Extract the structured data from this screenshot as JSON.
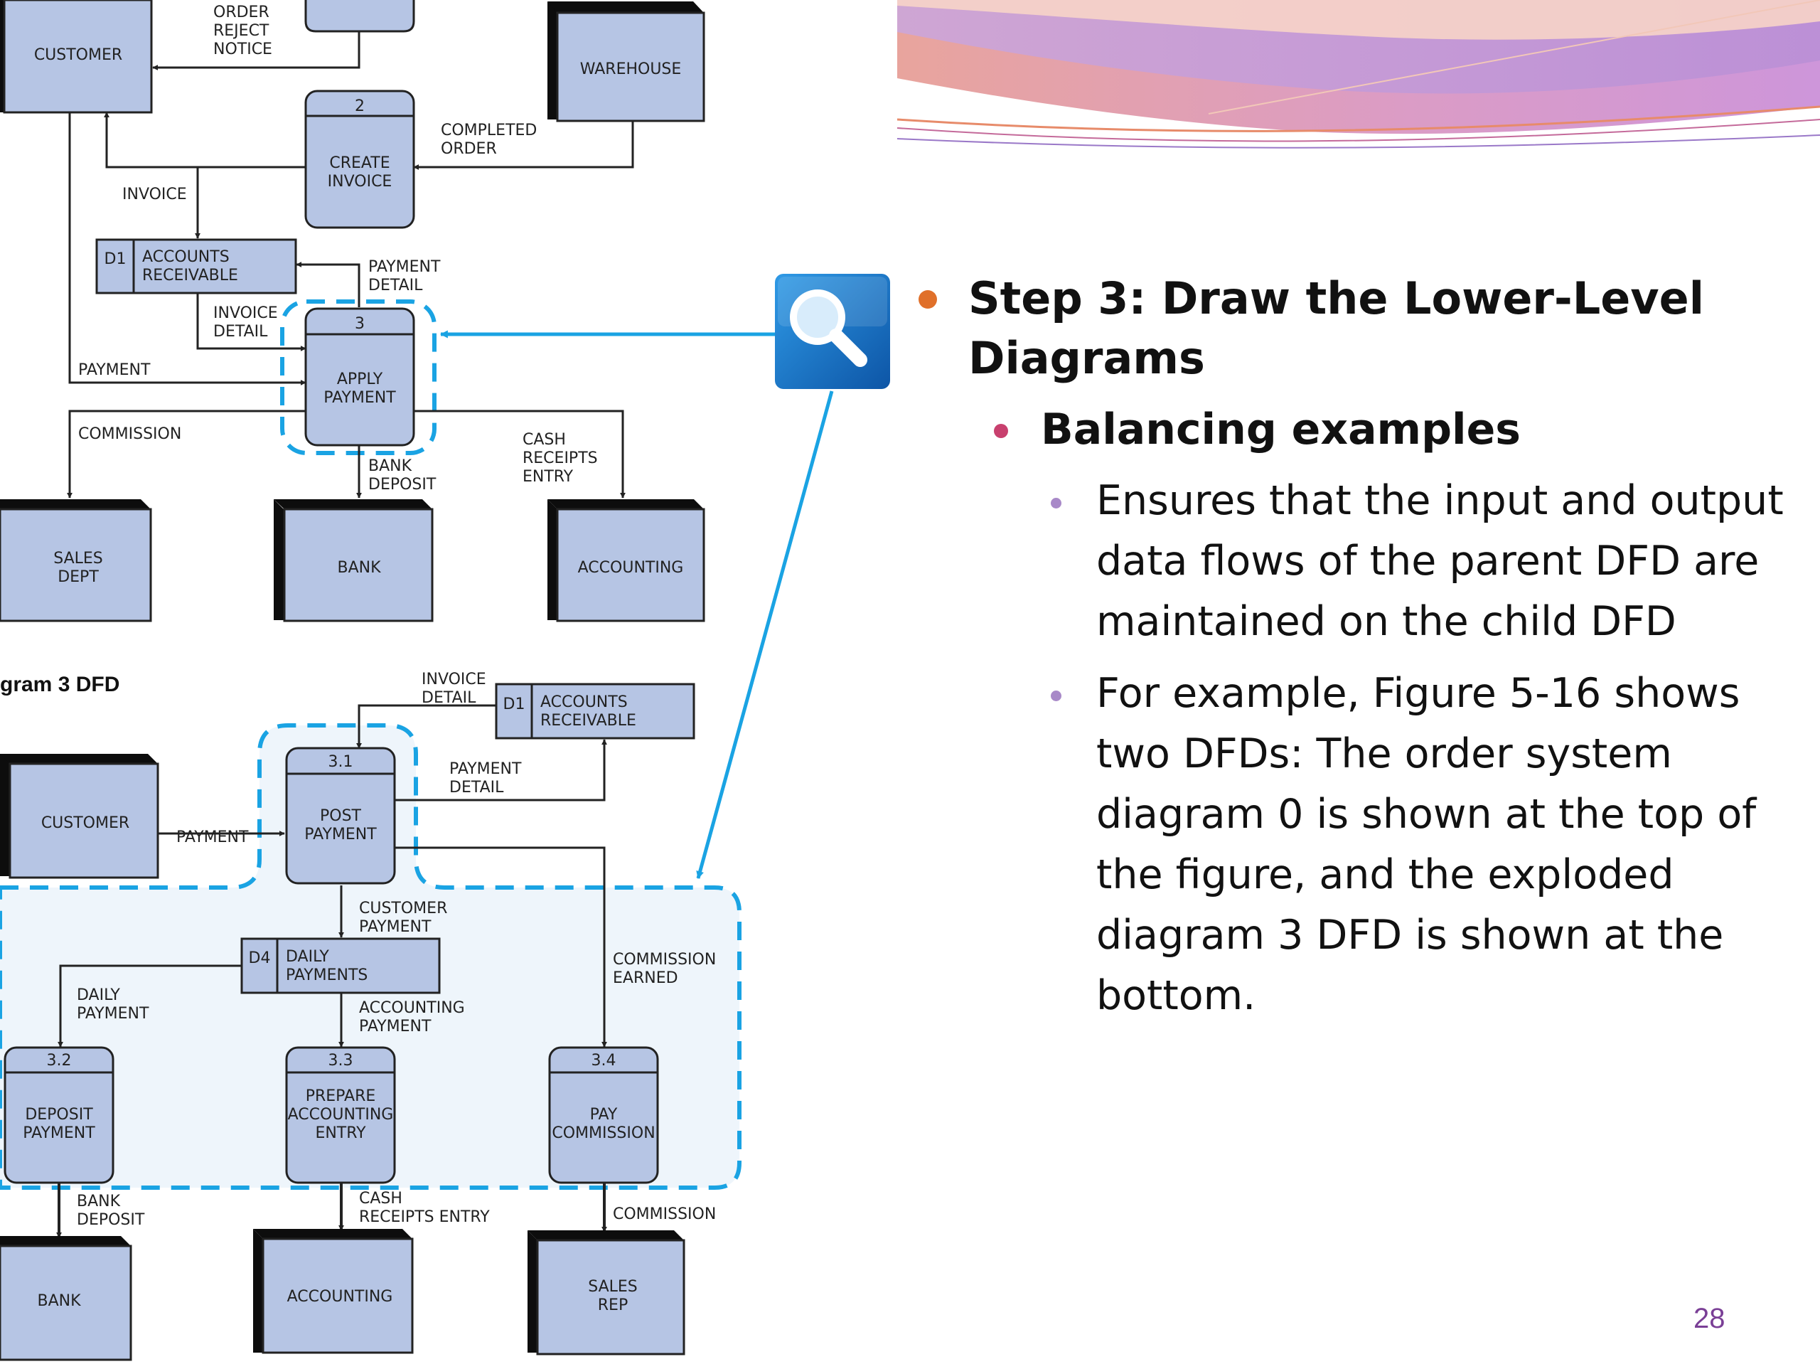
{
  "diagram": {
    "top_diagram": {
      "entities": {
        "customer": "CUSTOMER",
        "warehouse": "WAREHOUSE",
        "sales_dept": [
          "SALES",
          "DEPT"
        ],
        "bank": "BANK",
        "accounting": "ACCOUNTING"
      },
      "processes": {
        "create_invoice": {
          "id": "2",
          "name": [
            "CREATE",
            "INVOICE"
          ]
        },
        "apply_payment": {
          "id": "3",
          "name": [
            "APPLY",
            "PAYMENT"
          ]
        }
      },
      "data_store": {
        "id": "D1",
        "name": [
          "ACCOUNTS",
          "RECEIVABLE"
        ]
      },
      "flows": {
        "order_reject_notice": [
          "ORDER",
          "REJECT",
          "NOTICE"
        ],
        "completed_order": [
          "COMPLETED",
          "ORDER"
        ],
        "invoice": "INVOICE",
        "payment_detail": [
          "PAYMENT",
          "DETAIL"
        ],
        "invoice_detail": [
          "INVOICE",
          "DETAIL"
        ],
        "payment": "PAYMENT",
        "commission": "COMMISSION",
        "bank_deposit": [
          "BANK",
          "DEPOSIT"
        ],
        "cash_receipts_entry": [
          "CASH",
          "RECEIPTS",
          "ENTRY"
        ]
      }
    },
    "bottom_diagram": {
      "title": "gram 3 DFD",
      "entities": {
        "customer": "CUSTOMER",
        "bank": "BANK",
        "accounting": "ACCOUNTING",
        "sales_rep": [
          "SALES",
          "REP"
        ]
      },
      "processes": {
        "post_payment": {
          "id": "3.1",
          "name": [
            "POST",
            "PAYMENT"
          ]
        },
        "deposit_payment": {
          "id": "3.2",
          "name": [
            "DEPOSIT",
            "PAYMENT"
          ]
        },
        "prepare_accounting_entry": {
          "id": "3.3",
          "name": [
            "PREPARE",
            "ACCOUNTING",
            "ENTRY"
          ]
        },
        "pay_commission": {
          "id": "3.4",
          "name": [
            "PAY",
            "COMMISSION"
          ]
        }
      },
      "data_stores": {
        "accounts_receivable": {
          "id": "D1",
          "name": [
            "ACCOUNTS",
            "RECEIVABLE"
          ]
        },
        "daily_payments": {
          "id": "D4",
          "name": [
            "DAILY",
            "PAYMENTS"
          ]
        }
      },
      "flows": {
        "invoice_detail": [
          "INVOICE",
          "DETAIL"
        ],
        "payment_detail": [
          "PAYMENT",
          "DETAIL"
        ],
        "payment": "PAYMENT",
        "customer_payment": [
          "CUSTOMER",
          "PAYMENT"
        ],
        "commission_earned": [
          "COMMISSION",
          "EARNED"
        ],
        "daily_payment": [
          "DAILY",
          "PAYMENT"
        ],
        "accounting_payment": [
          "ACCOUNTING",
          "PAYMENT"
        ],
        "bank_deposit": [
          "BANK",
          "DEPOSIT"
        ],
        "cash_receipts_entry": [
          "CASH",
          "RECEIPTS ENTRY"
        ],
        "commission": "COMMISSION"
      }
    }
  },
  "slide": {
    "bullets": [
      {
        "level": 1,
        "text": "Step 3: Draw the Lower-Level Diagrams"
      },
      {
        "level": 2,
        "text": "Balancing examples"
      },
      {
        "level": 3,
        "text": "Ensures that the input and output data flows of the parent DFD are maintained on the child DFD"
      },
      {
        "level": 3,
        "text": "For example, Figure 5-16 shows two DFDs: The order system diagram 0 is shown at the top of the figure, and the exploded diagram 3 DFD is shown at the bottom."
      }
    ],
    "page_number": "28",
    "icons": [
      "magnifier-icon"
    ]
  },
  "colors": {
    "box_fill": "#b6c5e4",
    "dash_blue": "#1aa3e3",
    "arrow_blue": "#1aa3e3",
    "magnifier_bg": "#1a73c4",
    "bullet_l1": "#e0702a",
    "bullet_l2": "#c8406e",
    "bullet_l3": "#a889c8",
    "page_number": "#7a3f96",
    "highlight_fill": "#eef5fb"
  }
}
